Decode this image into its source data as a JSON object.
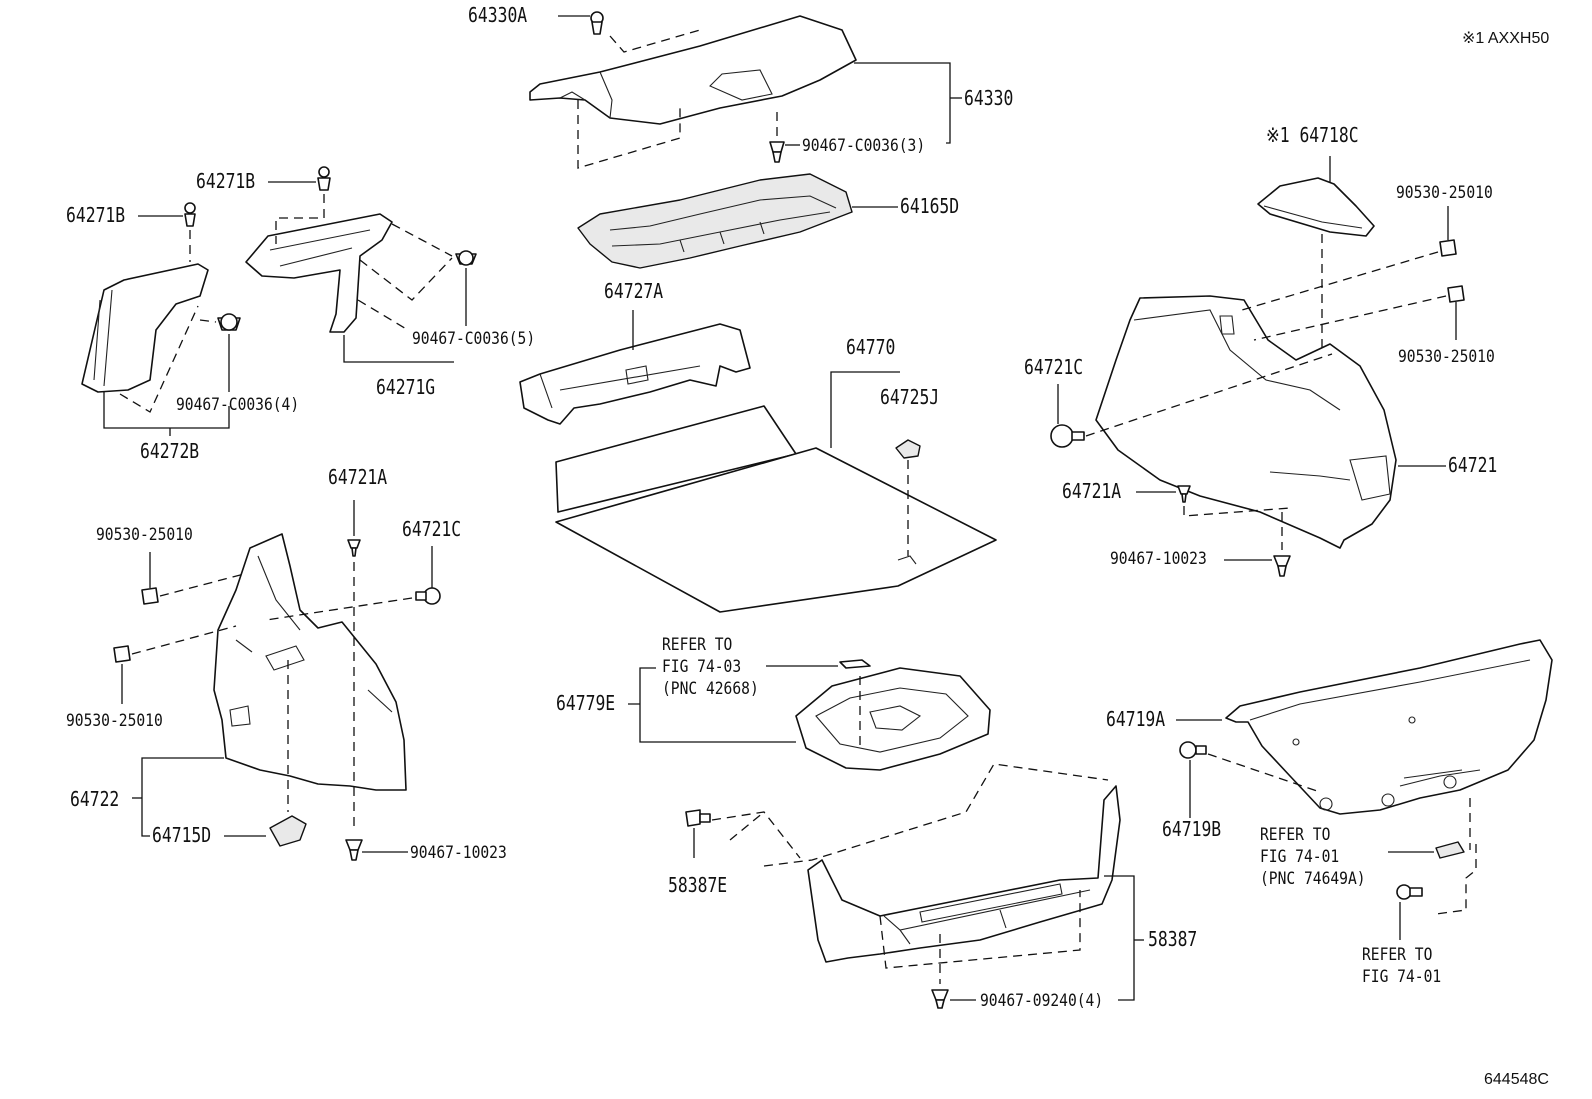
{
  "diagram": {
    "model_note": "※1 AXXH50",
    "illustration_number": "644548C",
    "labels": {
      "p64330A": "64330A",
      "p64330": "64330",
      "p90467_C0036_3": "90467-C0036(3)",
      "p64165D": "64165D",
      "p64727A": "64727A",
      "p64770": "64770",
      "p64725J": "64725J",
      "p64271B_a": "64271B",
      "p64271B_b": "64271B",
      "p90467_C0036_5": "90467-C0036(5)",
      "p64271G": "64271G",
      "p90467_C0036_4": "90467-C0036(4)",
      "p64272B": "64272B",
      "p64718C": "※1 64718C",
      "p90530_25010_a": "90530-25010",
      "p90530_25010_b": "90530-25010",
      "p64721C_r": "64721C",
      "p64721": "64721",
      "p64721A_r": "64721A",
      "p90467_10023_r": "90467-10023",
      "p64721A_l": "64721A",
      "p64721C_l": "64721C",
      "p90530_25010_c": "90530-25010",
      "p90530_25010_d": "90530-25010",
      "p64722": "64722",
      "p64715D": "64715D",
      "p90467_10023_l": "90467-10023",
      "refer_7403_l1": "REFER TO",
      "refer_7403_l2": "FIG 74-03",
      "refer_7403_l3": "(PNC 42668)",
      "p64779E": "64779E",
      "p64719A": "64719A",
      "p64719B": "64719B",
      "refer_7401a_l1": "REFER TO",
      "refer_7401a_l2": "FIG 74-01",
      "refer_7401a_l3": "(PNC 74649A)",
      "refer_7401b_l1": "REFER TO",
      "refer_7401b_l2": "FIG 74-01",
      "p58387E": "58387E",
      "p58387": "58387",
      "p90467_09240_4": "90467-09240(4)"
    }
  }
}
